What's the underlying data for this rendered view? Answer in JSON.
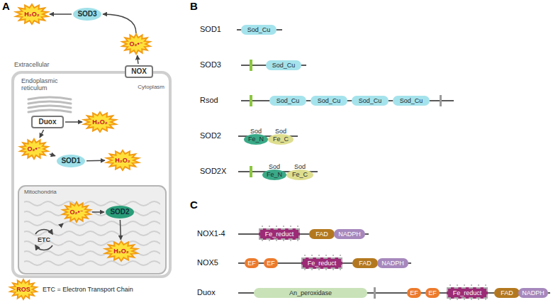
{
  "diagram": {
    "nodes": [
      {
        "text": [
          "H₂O₂"
        ]
      },
      {
        "text": [
          "SOD3"
        ]
      },
      {
        "text": [
          "O₂•⁻"
        ]
      },
      {
        "text": [
          "Cytoplasm"
        ]
      },
      {
        "text": [
          "NOX"
        ],
        "in": 3
      },
      {
        "text": [
          "Duox"
        ],
        "in": 3
      },
      {
        "text": [
          "H₂O₂"
        ],
        "in": 3
      },
      {
        "text": [
          "O₂•⁻"
        ],
        "in": 3
      },
      {
        "text": [
          "SOD1"
        ],
        "in": 3
      },
      {
        "text": [
          "H₂O₂"
        ],
        "in": 3
      },
      {
        "text": [
          "Mitochondria"
        ],
        "in": 3
      },
      {
        "text": [
          "O₂•⁻"
        ],
        "in": 10
      },
      {
        "text": [
          "SOD2"
        ],
        "in": 10
      },
      {
        "text": [
          "ETC"
        ],
        "in": 10
      },
      {
        "text": [
          "H₂O₂"
        ],
        "in": 10
      },
      {
        "text": [
          "Sod_Cu"
        ]
      },
      {
        "text": [
          "Sod_Cu"
        ]
      },
      {
        "text": [
          "Sod_Cu"
        ]
      },
      {
        "text": [
          "Sod_Cu"
        ]
      },
      {
        "text": [
          "Sod_Cu"
        ]
      },
      {
        "text": [
          "Sod_Cu"
        ]
      },
      {
        "text": [
          "Sod Fe_N"
        ]
      },
      {
        "text": [
          "Sod Fe_C"
        ]
      },
      {
        "text": [
          "Sod Fe_N"
        ]
      },
      {
        "text": [
          "Sod Fe_C"
        ]
      },
      {
        "text": [
          "Fe_reduct"
        ]
      },
      {
        "text": [
          "FAD"
        ]
      },
      {
        "text": [
          "NADPH"
        ]
      },
      {
        "text": [
          "EF"
        ]
      },
      {
        "text": [
          "EF"
        ]
      },
      {
        "text": [
          "Fe_reduct"
        ]
      },
      {
        "text": [
          "FAD"
        ]
      },
      {
        "text": [
          "NADPH"
        ]
      },
      {
        "text": [
          "An_peroxidase"
        ]
      },
      {
        "text": [
          "EF"
        ]
      },
      {
        "text": [
          "EF"
        ]
      },
      {
        "text": [
          "Fe_reduct"
        ]
      },
      {
        "text": [
          "FAD"
        ]
      },
      {
        "text": [
          "NADPH"
        ]
      }
    ],
    "edges": [
      {
        "from": 1,
        "to": 0,
        "arrow": "to"
      },
      {
        "from": 2,
        "to": 1,
        "arrow": "to"
      },
      {
        "from": 4,
        "to": 2,
        "arrow": "to"
      },
      {
        "from": 5,
        "to": 6,
        "arrow": "to"
      },
      {
        "from": 5,
        "to": 7,
        "arrow": "to"
      },
      {
        "from": 7,
        "to": 8,
        "arrow": "to"
      },
      {
        "from": 8,
        "to": 9,
        "arrow": "to"
      },
      {
        "from": 13,
        "to": 11,
        "arrow": "to"
      },
      {
        "from": 11,
        "to": 12,
        "arrow": "to"
      },
      {
        "from": 12,
        "to": 14,
        "arrow": "to"
      }
    ],
    "labels": [
      "A",
      "B",
      "C",
      "Extracellular",
      "Endoplasmic reticulum",
      "ETC = Electron Transport Chain",
      "SOD1",
      "SOD3",
      "Rsod",
      "SOD2",
      "SOD2X",
      "NOX1-4",
      "NOX5",
      "Duox"
    ],
    "legend": [
      {
        "text": "ROS"
      }
    ]
  }
}
